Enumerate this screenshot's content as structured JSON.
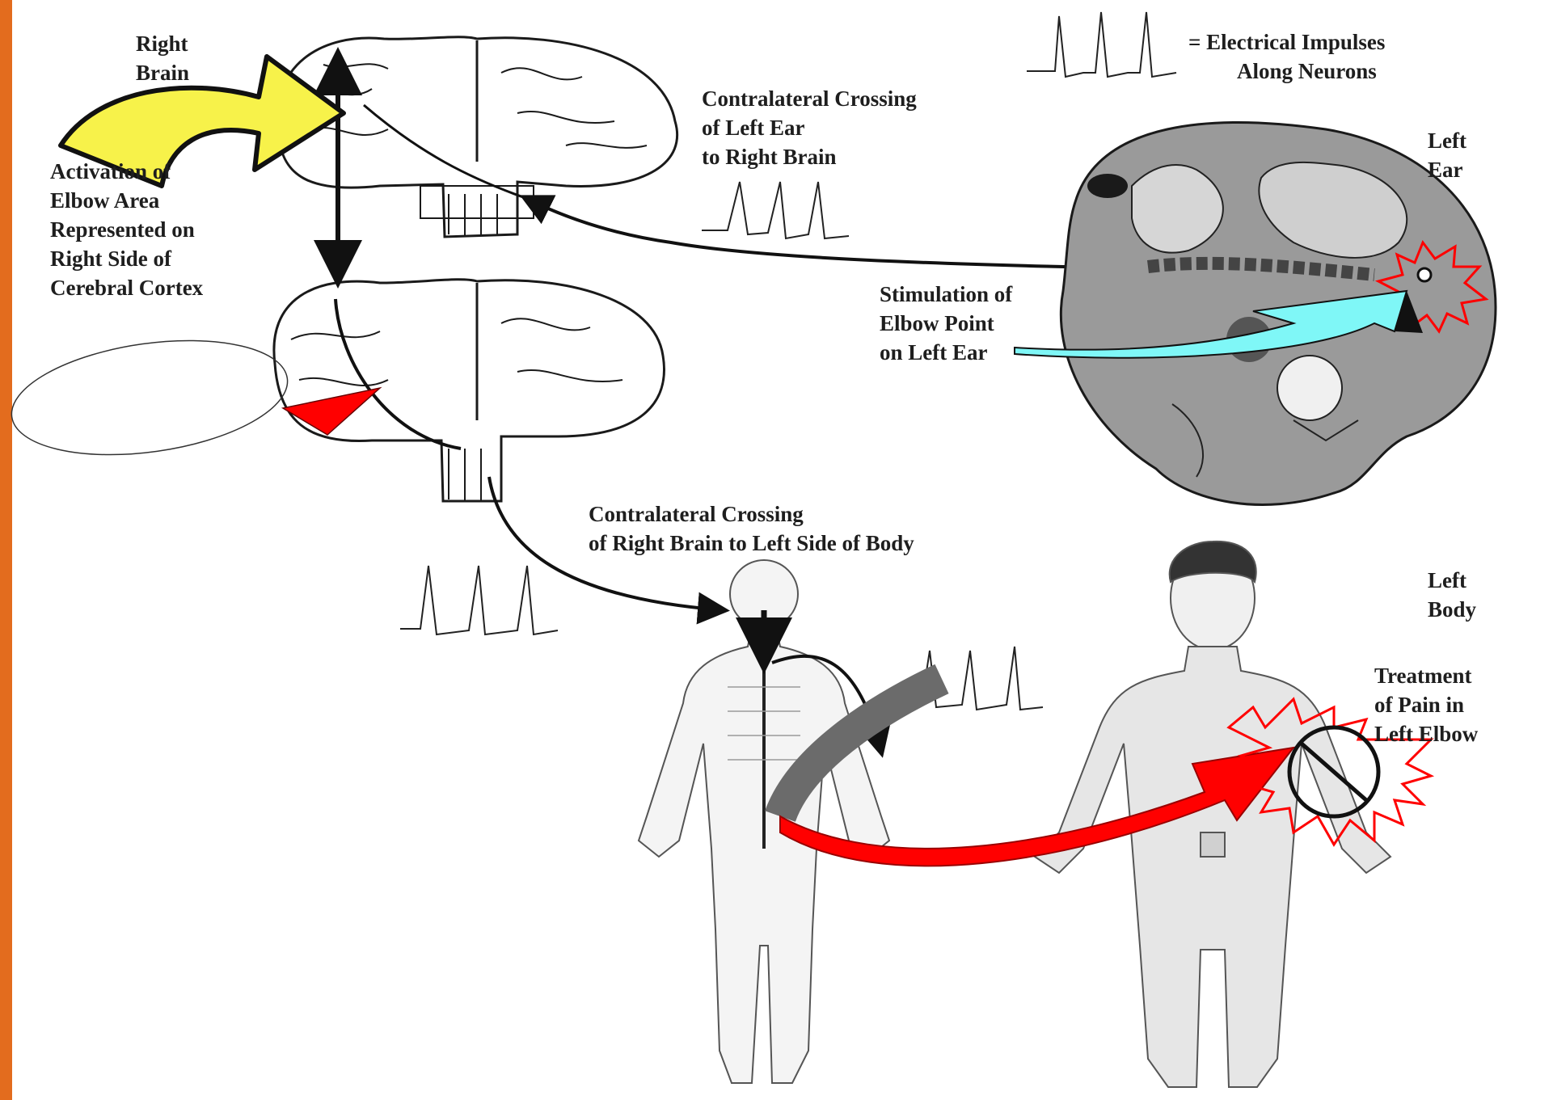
{
  "labels": {
    "right_brain": [
      "Right",
      "Brain"
    ],
    "legend": [
      "= Electrical Impulses",
      "Along Neurons"
    ],
    "crossing_ear": [
      "Contralateral Crossing",
      "of Left Ear",
      "to Right Brain"
    ],
    "left_ear": [
      "Left",
      "Ear"
    ],
    "activation": [
      "Activation of",
      "Elbow Area",
      "Represented on",
      "Right Side of",
      "Cerebral Cortex"
    ],
    "stimulation": [
      "Stimulation of",
      "Elbow Point",
      "on Left Ear"
    ],
    "crossing_body": [
      "Contralateral Crossing",
      "of Right Brain to Left Side of Body"
    ],
    "left_body": [
      "Left",
      "Body"
    ],
    "treatment": [
      "Treatment",
      "of Pain in",
      "Left Elbow"
    ]
  },
  "colors": {
    "accent_bar": "#e36c1e",
    "yellow_arrow": "#f7f24a",
    "cyan_arrow": "#7ff7f7",
    "red_arrow": "#ff0000",
    "gray_arrow": "#6b6b6b",
    "ear_fill": "#9a9a9a",
    "body_fill": "#e6e6e6"
  }
}
